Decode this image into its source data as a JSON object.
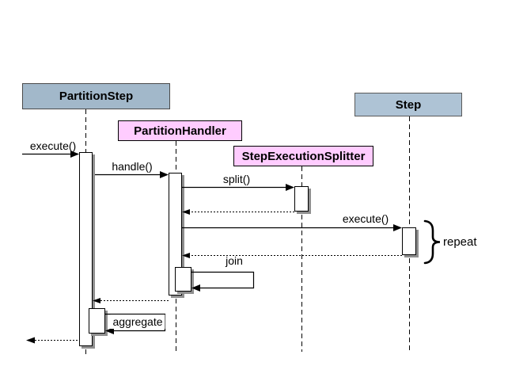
{
  "diagram": {
    "type": "uml-sequence",
    "background_color": "#FFFFFF",
    "line_color": "#000000",
    "shadow_color": "#8F8F8F",
    "participants": [
      {
        "name": "PartitionStep",
        "color": "#A2B8CA"
      },
      {
        "name": "PartitionHandler",
        "color": "#FFCCFF"
      },
      {
        "name": "StepExecutionSplitter",
        "color": "#FFCCFF"
      },
      {
        "name": "Step",
        "color": "#AEC3D5"
      }
    ],
    "messages": [
      {
        "label": "execute()",
        "type": "call",
        "from": "external",
        "to": "PartitionStep"
      },
      {
        "label": "handle()",
        "type": "call",
        "from": "PartitionStep",
        "to": "PartitionHandler"
      },
      {
        "label": "split()",
        "type": "call",
        "from": "PartitionHandler",
        "to": "StepExecutionSplitter"
      },
      {
        "label": "",
        "type": "return",
        "from": "StepExecutionSplitter",
        "to": "PartitionHandler"
      },
      {
        "label": "execute()",
        "type": "call",
        "from": "PartitionHandler",
        "to": "Step"
      },
      {
        "label": "",
        "type": "return",
        "from": "Step",
        "to": "PartitionHandler"
      },
      {
        "label": "join",
        "type": "self",
        "from": "PartitionHandler",
        "to": "PartitionHandler"
      },
      {
        "label": "",
        "type": "return",
        "from": "PartitionHandler",
        "to": "PartitionStep"
      },
      {
        "label": "aggregate",
        "type": "self",
        "from": "PartitionStep",
        "to": "PartitionStep"
      },
      {
        "label": "",
        "type": "return",
        "from": "PartitionStep",
        "to": "external"
      }
    ],
    "annotation": {
      "label": "repeat",
      "applies_to": "execute() on Step"
    }
  }
}
